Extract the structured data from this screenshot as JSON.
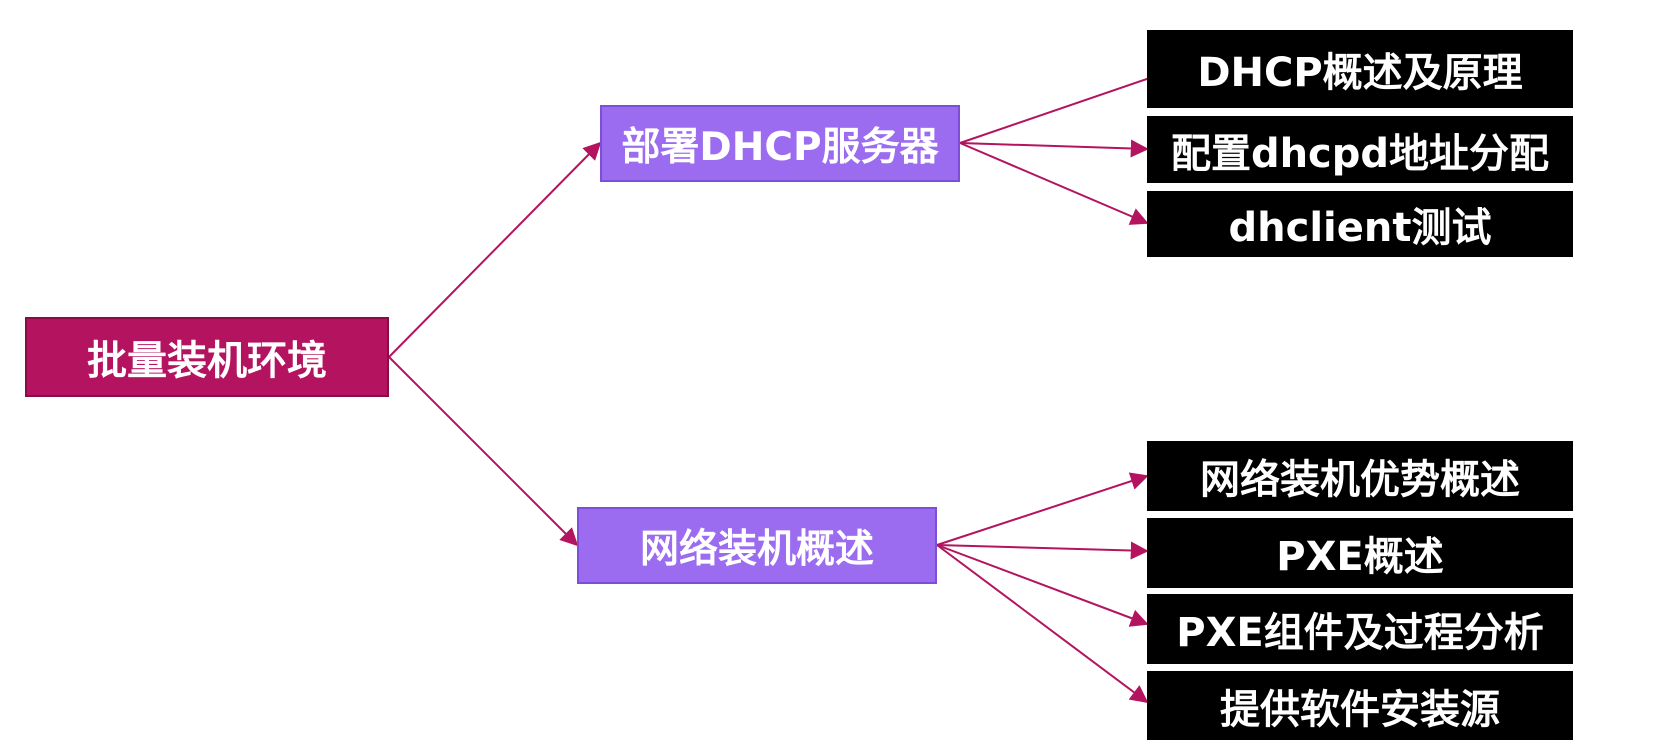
{
  "colors": {
    "root_fill": "#b3135f",
    "branch_fill": "#9b6bf0",
    "leaf_fill": "#000000",
    "edge": "#b3135f",
    "text": "#ffffff"
  },
  "root": {
    "label": "批量装机环境"
  },
  "branches": [
    {
      "label": "部署DHCP服务器",
      "leaves": [
        "DHCP概述及原理",
        "配置dhcpd地址分配",
        "dhclient测试"
      ]
    },
    {
      "label": "网络装机概述",
      "leaves": [
        "网络装机优势概述",
        "PXE概述",
        "PXE组件及过程分析",
        "提供软件安装源"
      ]
    }
  ]
}
